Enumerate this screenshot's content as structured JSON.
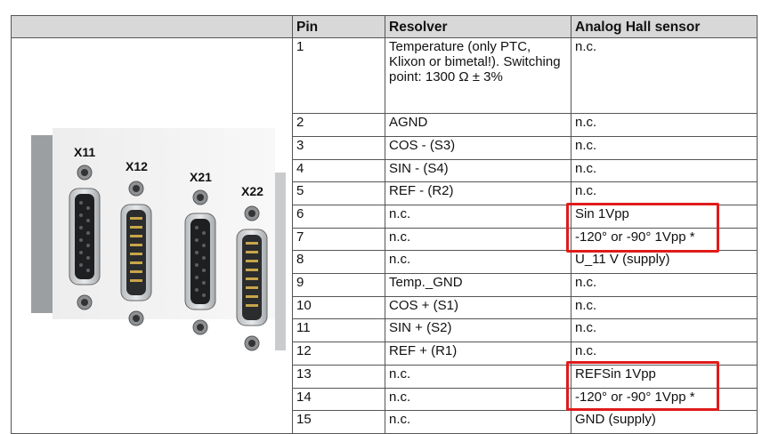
{
  "table": {
    "headers": [
      "Pin",
      "Resolver",
      "Analog Hall sensor"
    ],
    "rows": [
      {
        "pin": "1",
        "resolver": "Temperature (only PTC, Klixon or bimetal!). Switching point: 1300 Ω ± 3%",
        "hall": "n.c."
      },
      {
        "pin": "2",
        "resolver": "AGND",
        "hall": "n.c."
      },
      {
        "pin": "3",
        "resolver": "COS - (S3)",
        "hall": "n.c."
      },
      {
        "pin": "4",
        "resolver": "SIN - (S4)",
        "hall": "n.c."
      },
      {
        "pin": "5",
        "resolver": "REF - (R2)",
        "hall": "n.c."
      },
      {
        "pin": "6",
        "resolver": "n.c.",
        "hall": "Sin 1Vpp"
      },
      {
        "pin": "7",
        "resolver": "n.c.",
        "hall": "-120° or -90° 1Vpp *"
      },
      {
        "pin": "8",
        "resolver": "n.c.",
        "hall": "U_11 V (supply)"
      },
      {
        "pin": "9",
        "resolver": "Temp._GND",
        "hall": "n.c."
      },
      {
        "pin": "10",
        "resolver": "COS + (S1)",
        "hall": "n.c."
      },
      {
        "pin": "11",
        "resolver": "SIN + (S2)",
        "hall": "n.c."
      },
      {
        "pin": "12",
        "resolver": "REF + (R1)",
        "hall": "n.c."
      },
      {
        "pin": "13",
        "resolver": "n.c.",
        "hall": "REFSin 1Vpp"
      },
      {
        "pin": "14",
        "resolver": "n.c.",
        "hall": "-120° or -90° 1Vpp *"
      },
      {
        "pin": "15",
        "resolver": "n.c.",
        "hall": "GND (supply)"
      }
    ]
  },
  "connectors": {
    "labels": [
      "X11",
      "X12",
      "X21",
      "X22"
    ]
  },
  "colors": {
    "highlight": "#e01b1b",
    "header_bg": "#d8d8d8",
    "border": "#555555"
  }
}
